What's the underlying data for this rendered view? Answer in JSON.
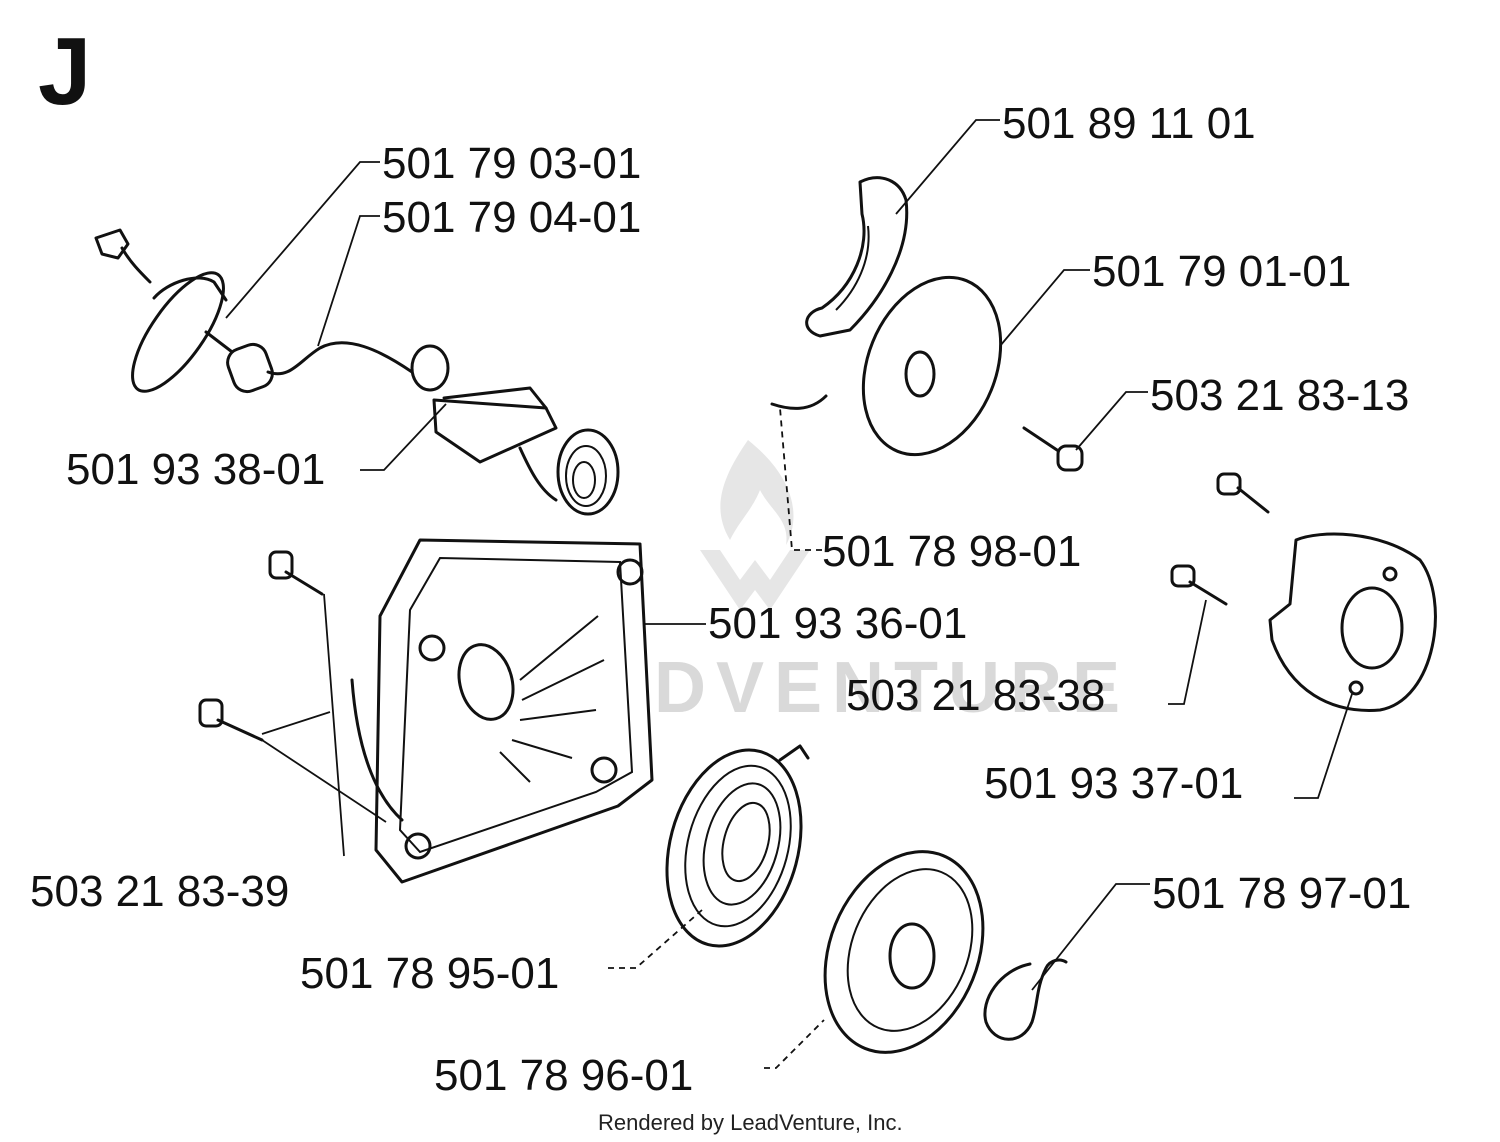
{
  "section_letter": "J",
  "watermark": "LEADVENTURE",
  "footer": "Rendered by LeadVenture, Inc.",
  "parts": [
    {
      "id": "p1",
      "number": "501 79 03-01"
    },
    {
      "id": "p2",
      "number": "501 79 04-01"
    },
    {
      "id": "p3",
      "number": "501 93 38-01"
    },
    {
      "id": "p4",
      "number": "501 89 11 01"
    },
    {
      "id": "p5",
      "number": "501 79 01-01"
    },
    {
      "id": "p6",
      "number": "503 21 83-13"
    },
    {
      "id": "p7",
      "number": "501 78 98-01"
    },
    {
      "id": "p8",
      "number": "501 93 36-01"
    },
    {
      "id": "p9",
      "number": "503 21 83-38"
    },
    {
      "id": "p10",
      "number": "501 93 37-01"
    },
    {
      "id": "p11",
      "number": "503 21 83-39"
    },
    {
      "id": "p12",
      "number": "501 78 97-01"
    },
    {
      "id": "p13",
      "number": "501 78 95-01"
    },
    {
      "id": "p14",
      "number": "501 78 96-01"
    }
  ]
}
